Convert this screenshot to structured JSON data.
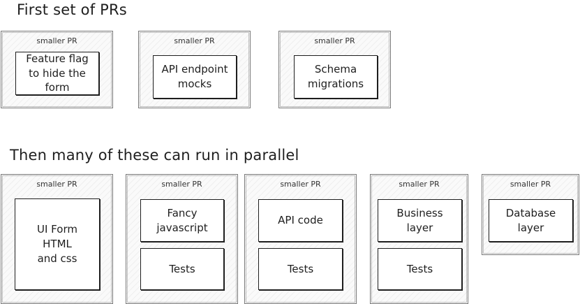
{
  "headings": {
    "first": "First set of PRs",
    "second": "Then many of these can run in parallel"
  },
  "group_label": "smaller PR",
  "row1": [
    {
      "label": "smaller PR",
      "cards": [
        "Feature flag\nto hide the\nform"
      ]
    },
    {
      "label": "smaller PR",
      "cards": [
        "API endpoint\nmocks"
      ]
    },
    {
      "label": "smaller PR",
      "cards": [
        "Schema\nmigrations"
      ]
    }
  ],
  "row2": [
    {
      "label": "smaller PR",
      "cards": [
        "UI Form\nHTML\nand css"
      ]
    },
    {
      "label": "smaller PR",
      "cards": [
        "Fancy\njavascript",
        "Tests"
      ]
    },
    {
      "label": "smaller PR",
      "cards": [
        "API code",
        "Tests"
      ]
    },
    {
      "label": "smaller PR",
      "cards": [
        "Business\nlayer",
        "Tests"
      ]
    },
    {
      "label": "smaller PR",
      "cards": [
        "Database\nlayer"
      ]
    }
  ]
}
